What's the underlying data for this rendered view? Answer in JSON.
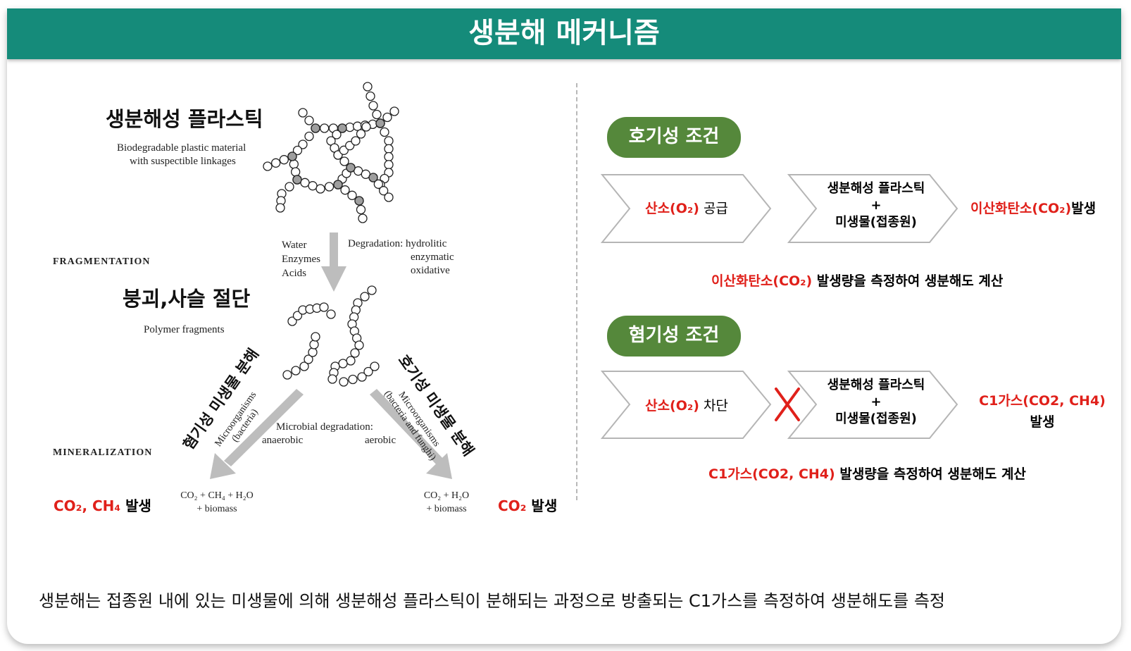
{
  "header": {
    "title": "생분해 메커니즘"
  },
  "left": {
    "plastic_title": "생분해성 플라스틱",
    "plastic_desc_1": "Biodegradable plastic material",
    "plastic_desc_2": "with suspectible linkages",
    "fragmentation": "FRAGMENTATION",
    "mineralization": "MINERALIZATION",
    "agents": [
      "Water",
      "Enzymes",
      "Acids"
    ],
    "degradation_label": "Degradation: hydrolitic",
    "degradation_2": "enzymatic",
    "degradation_3": "oxidative",
    "collapse_title": "붕괴,사슬 절단",
    "polymer_fragments": "Polymer fragments",
    "anaerobic_ko": "혐기성 미생물 분해",
    "aerobic_ko": "호기성 미생물 분해",
    "micro_left_1": "Microorganisms",
    "micro_left_2": "(bacteria)",
    "micro_right_1": "Microorganisms",
    "micro_right_2": "(bacteria and funghi)",
    "microbial_degradation": "Microbial degradation:",
    "anaerobic": "anaerobic",
    "aerobic": "aerobic",
    "left_products_1": "CO₂ + CH₄ + H₂O",
    "left_products_2": "+ biomass",
    "right_products_1": "CO₂ + H₂O",
    "right_products_2": "+ biomass",
    "left_emission_red": "CO₂, CH₄",
    "left_emission_black": " 발생",
    "right_emission_red": "CO₂",
    "right_emission_black": " 발생"
  },
  "aerobic": {
    "pill": "호기성 조건",
    "input_red": "산소(O₂)",
    "input_black": " 공급",
    "mix_1": "생분해성 플라스틱",
    "mix_plus": "+",
    "mix_2": "미생물(접종원)",
    "result_red": "이산화탄소(CO₂)",
    "result_black": "발생",
    "note_red": "이산화탄소(CO₂)",
    "note_black": " 발생량을 측정하여 생분해도 계산"
  },
  "anaerobic": {
    "pill": "혐기성 조건",
    "input_red": "산소(O₂)",
    "input_black": " 차단",
    "mix_1": "생분해성 플라스틱",
    "mix_plus": "+",
    "mix_2": "미생물(접종원)",
    "result_red": "C1가스(CO2, CH4)",
    "result_black": "발생",
    "note_red": "C1가스(CO2, CH4)",
    "note_black": " 발생량을 측정하여 생분해도 계산"
  },
  "footer": {
    "text": "생분해는 접종원 내에 있는 미생물에 의해 생분해성 플라스틱이 분해되는 과정으로 방출되는 C1가스를 측정하여 생분해도를 측정"
  },
  "colors": {
    "header_bg": "#158b7a",
    "pill_bg": "#55883b",
    "accent_red": "#e0201a"
  }
}
